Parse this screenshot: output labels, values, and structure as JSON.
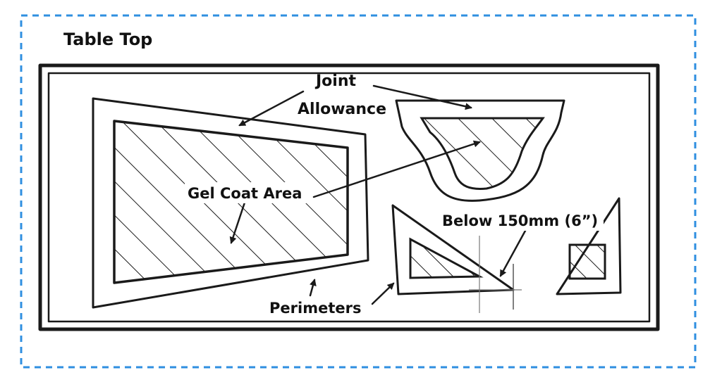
{
  "diagram": {
    "title": "Table Top",
    "labels": {
      "joint_line1": "Joint",
      "joint_line2": "Allowance",
      "gel_coat": "Gel Coat Area",
      "below": "Below 150mm (6”)",
      "perimeters": "Perimeters"
    },
    "colors": {
      "frame_dash": "#2f8fe0",
      "ink": "#1a1a1a",
      "paper": "#ffffff"
    }
  }
}
